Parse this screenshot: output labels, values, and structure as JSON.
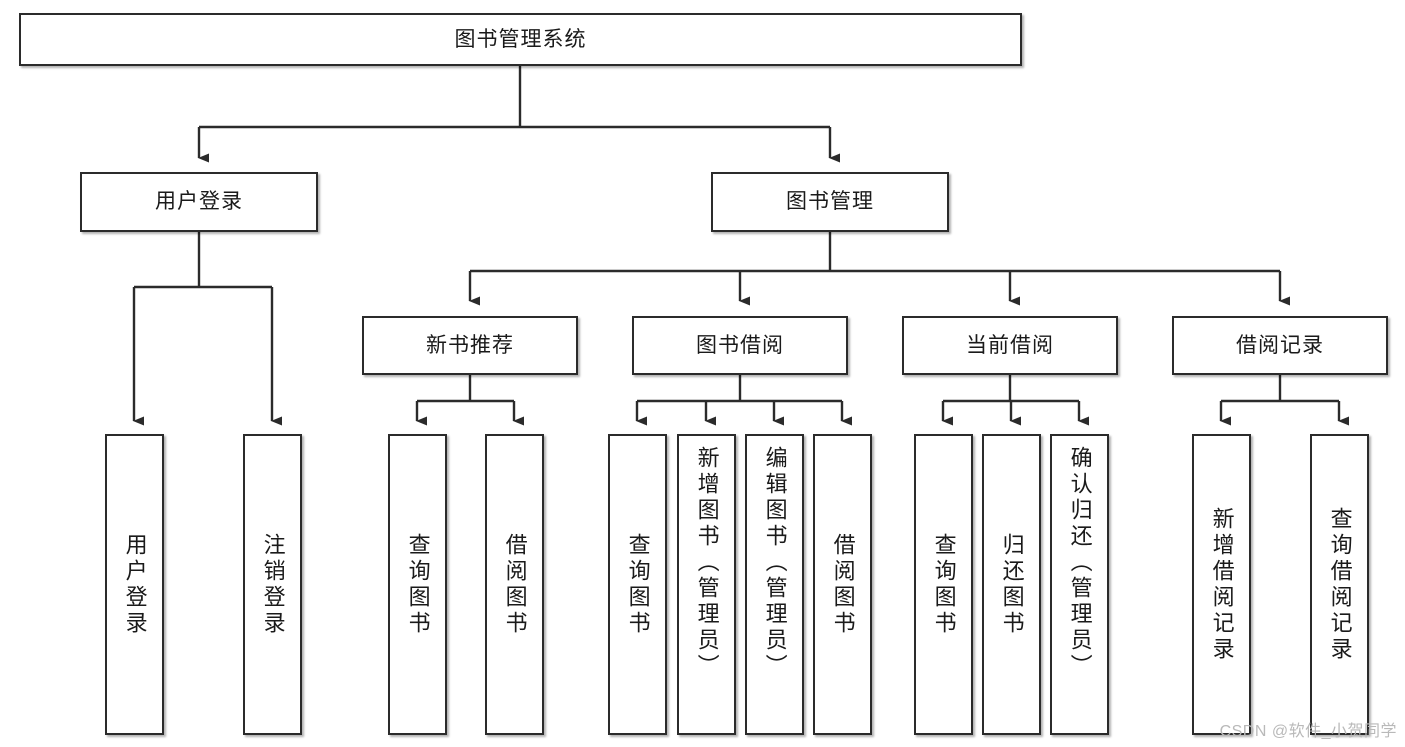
{
  "diagram": {
    "type": "tree",
    "title": "图书管理系统",
    "watermark": "CSDN @软件_小贺同学",
    "colors": {
      "box_border": "#2b2b2b",
      "box_fill": "#ffffff",
      "connector": "#2b2b2b",
      "text": "#1a1a1a",
      "watermark": "#b9b9b9",
      "background": "#ffffff"
    },
    "root": {
      "id": "root",
      "label": "图书管理系统"
    },
    "level2": [
      {
        "id": "user-login",
        "label": "用户登录"
      },
      {
        "id": "book-manage",
        "label": "图书管理"
      }
    ],
    "level3": [
      {
        "id": "new-book-recommend",
        "label": "新书推荐",
        "parent": "book-manage"
      },
      {
        "id": "book-borrow",
        "label": "图书借阅",
        "parent": "book-manage"
      },
      {
        "id": "current-borrow",
        "label": "当前借阅",
        "parent": "book-manage"
      },
      {
        "id": "borrow-record",
        "label": "借阅记录",
        "parent": "book-manage"
      }
    ],
    "leaves": [
      {
        "id": "leaf-user-login",
        "label": "用户登录",
        "parent": "user-login"
      },
      {
        "id": "leaf-logout-login",
        "label": "注销登录",
        "parent": "user-login"
      },
      {
        "id": "leaf-query-book-1",
        "label": "查询图书",
        "parent": "new-book-recommend"
      },
      {
        "id": "leaf-borrow-book-1",
        "label": "借阅图书",
        "parent": "new-book-recommend"
      },
      {
        "id": "leaf-query-book-2",
        "label": "查询图书",
        "parent": "book-borrow"
      },
      {
        "id": "leaf-add-book-admin",
        "label": "新增图书（管理员）",
        "parent": "book-borrow"
      },
      {
        "id": "leaf-edit-book-admin",
        "label": "编辑图书（管理员）",
        "parent": "book-borrow"
      },
      {
        "id": "leaf-borrow-book-2",
        "label": "借阅图书",
        "parent": "book-borrow"
      },
      {
        "id": "leaf-query-book-3",
        "label": "查询图书",
        "parent": "current-borrow"
      },
      {
        "id": "leaf-return-book",
        "label": "归还图书",
        "parent": "current-borrow"
      },
      {
        "id": "leaf-confirm-return-admin",
        "label": "确认归还（管理员）",
        "parent": "current-borrow"
      },
      {
        "id": "leaf-add-borrow-record",
        "label": "新增借阅记录",
        "parent": "borrow-record"
      },
      {
        "id": "leaf-query-borrow-record",
        "label": "查询借阅记录",
        "parent": "borrow-record"
      }
    ]
  }
}
